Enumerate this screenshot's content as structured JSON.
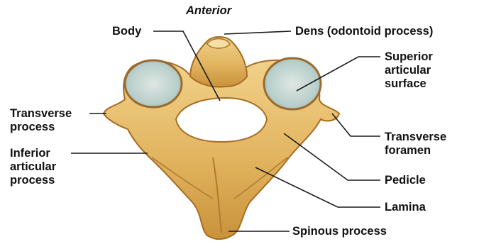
{
  "diagram": {
    "title": "Anterior",
    "labels": {
      "body": "Body",
      "dens": "Dens (odontoid process)",
      "superior_articular": [
        "Superior",
        "articular",
        "surface"
      ],
      "transverse_process": [
        "Transverse",
        "process"
      ],
      "transverse_foramen": [
        "Transverse",
        "foramen"
      ],
      "inferior_articular": [
        "Inferior",
        "articular",
        "process"
      ],
      "pedicle": "Pedicle",
      "lamina": "Lamina",
      "spinous": "Spinous process"
    }
  }
}
